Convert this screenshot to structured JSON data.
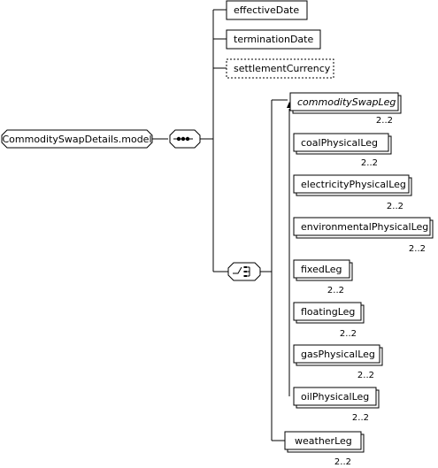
{
  "model": {
    "label": "CommoditySwapDetails.model"
  },
  "sequence_elements": [
    {
      "id": "effective-date",
      "label": "effectiveDate",
      "optional": false
    },
    {
      "id": "termination-date",
      "label": "terminationDate",
      "optional": false
    },
    {
      "id": "settlement-currency",
      "label": "settlementCurrency",
      "optional": true
    }
  ],
  "choice_head": {
    "label": "commoditySwapLeg",
    "abstract": true,
    "cardinality": "2..2"
  },
  "choice_elements": [
    {
      "id": "coal-physical-leg",
      "label": "coalPhysicalLeg",
      "cardinality": "2..2"
    },
    {
      "id": "electricity-physical-leg",
      "label": "electricityPhysicalLeg",
      "cardinality": "2..2"
    },
    {
      "id": "environmental-physical-leg",
      "label": "environmentalPhysicalLeg",
      "cardinality": "2..2"
    },
    {
      "id": "fixed-leg",
      "label": "fixedLeg",
      "cardinality": "2..2"
    },
    {
      "id": "floating-leg",
      "label": "floatingLeg",
      "cardinality": "2..2"
    },
    {
      "id": "gas-physical-leg",
      "label": "gasPhysicalLeg",
      "cardinality": "2..2"
    },
    {
      "id": "oil-physical-leg",
      "label": "oilPhysicalLeg",
      "cardinality": "2..2"
    }
  ],
  "trailing_element": {
    "label": "weatherLeg",
    "cardinality": "2..2"
  },
  "colors": {
    "line": "#000000",
    "box_fill": "#ffffff",
    "shadow": "#ffffff"
  }
}
